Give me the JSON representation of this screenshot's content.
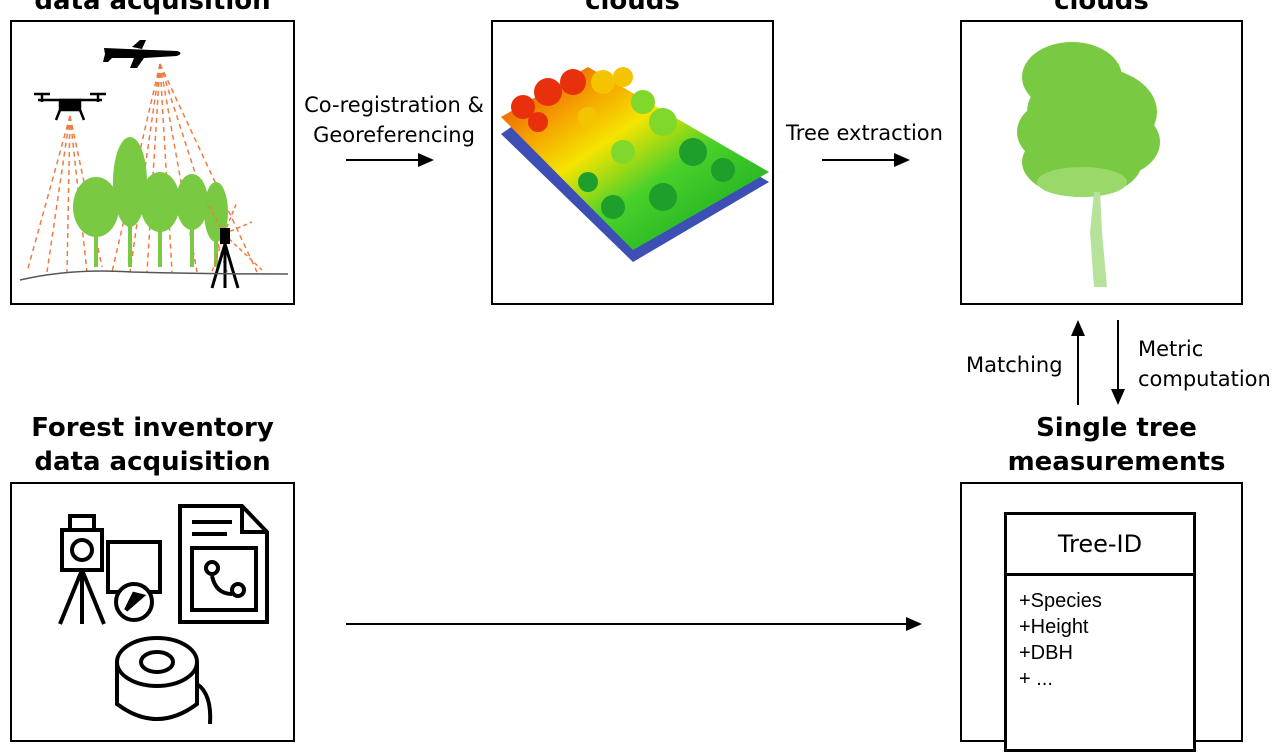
{
  "titles": {
    "top_left": "data acquisition",
    "top_mid": "clouds",
    "top_right": "clouds",
    "bottom_left_line1": "Forest inventory",
    "bottom_left_line2": "data acquisition",
    "bottom_right_line1": "Single tree",
    "bottom_right_line2": "measurements"
  },
  "arrows": {
    "coreg_line1": "Co-registration &",
    "coreg_line2": "Georeferencing",
    "tree_extraction": "Tree extraction",
    "matching": "Matching",
    "metric_line1": "Metric",
    "metric_line2": "computation"
  },
  "uml": {
    "class_name": "Tree-ID",
    "attributes": [
      "+Species",
      "+Height",
      "+DBH",
      "+ ..."
    ]
  },
  "colors": {
    "tree_green": "#7ac943",
    "scan_orange": "#f07b3f",
    "cloud_red": "#e8300c",
    "cloud_yellow": "#f5e400",
    "cloud_green": "#21b323",
    "cloud_blue": "#1b2fa8"
  }
}
